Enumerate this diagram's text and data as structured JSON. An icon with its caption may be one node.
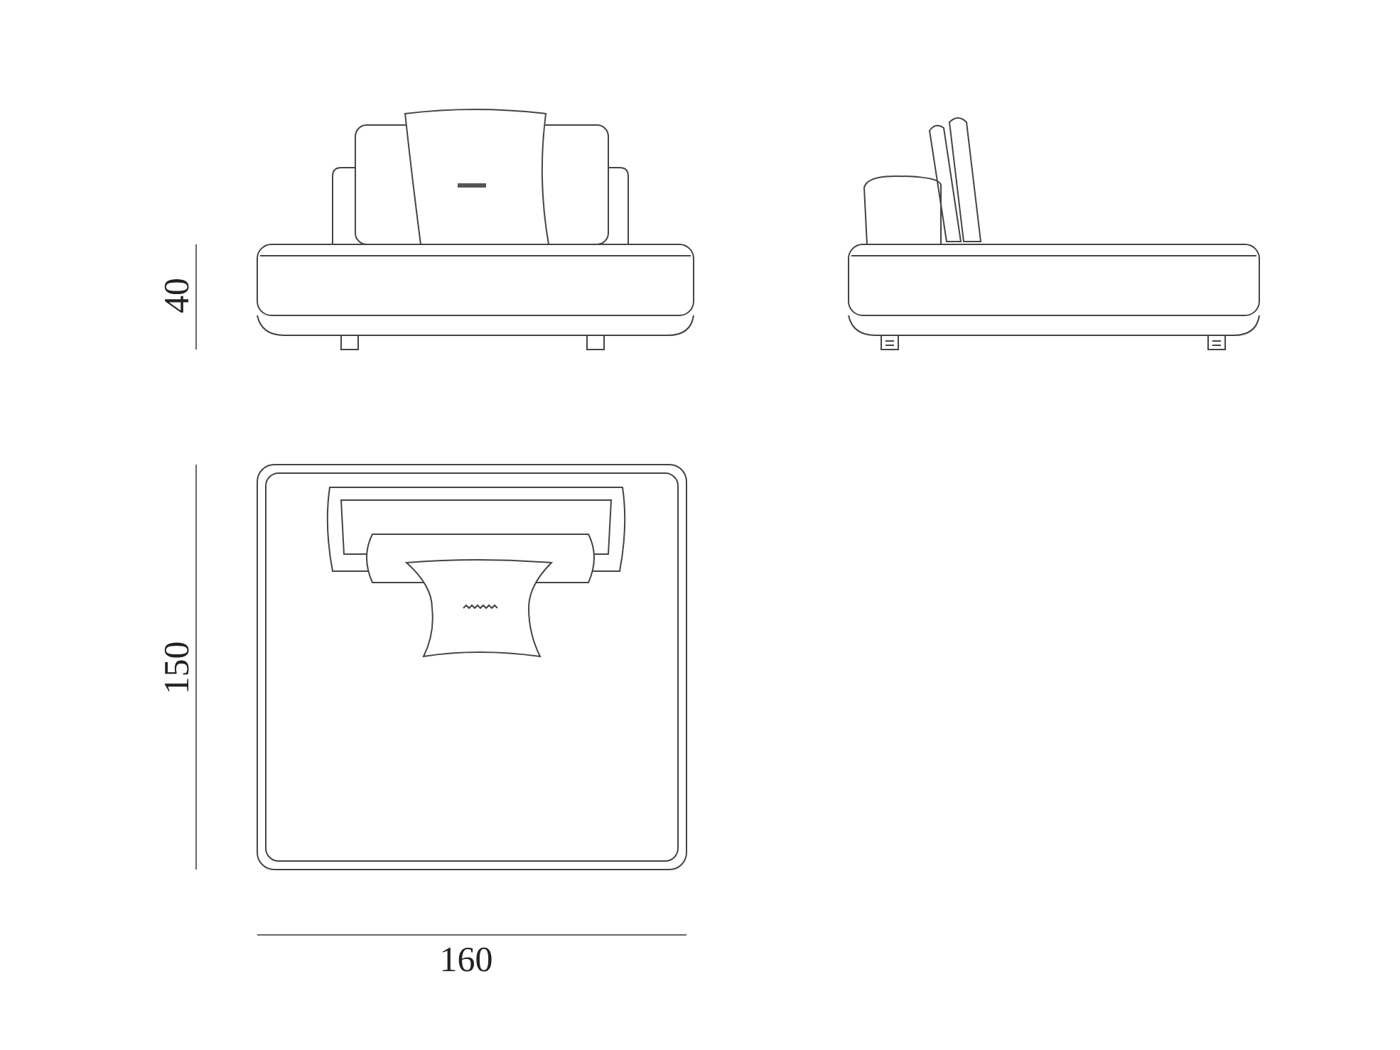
{
  "diagram": {
    "labels": [
      "40",
      "150",
      "160"
    ]
  }
}
